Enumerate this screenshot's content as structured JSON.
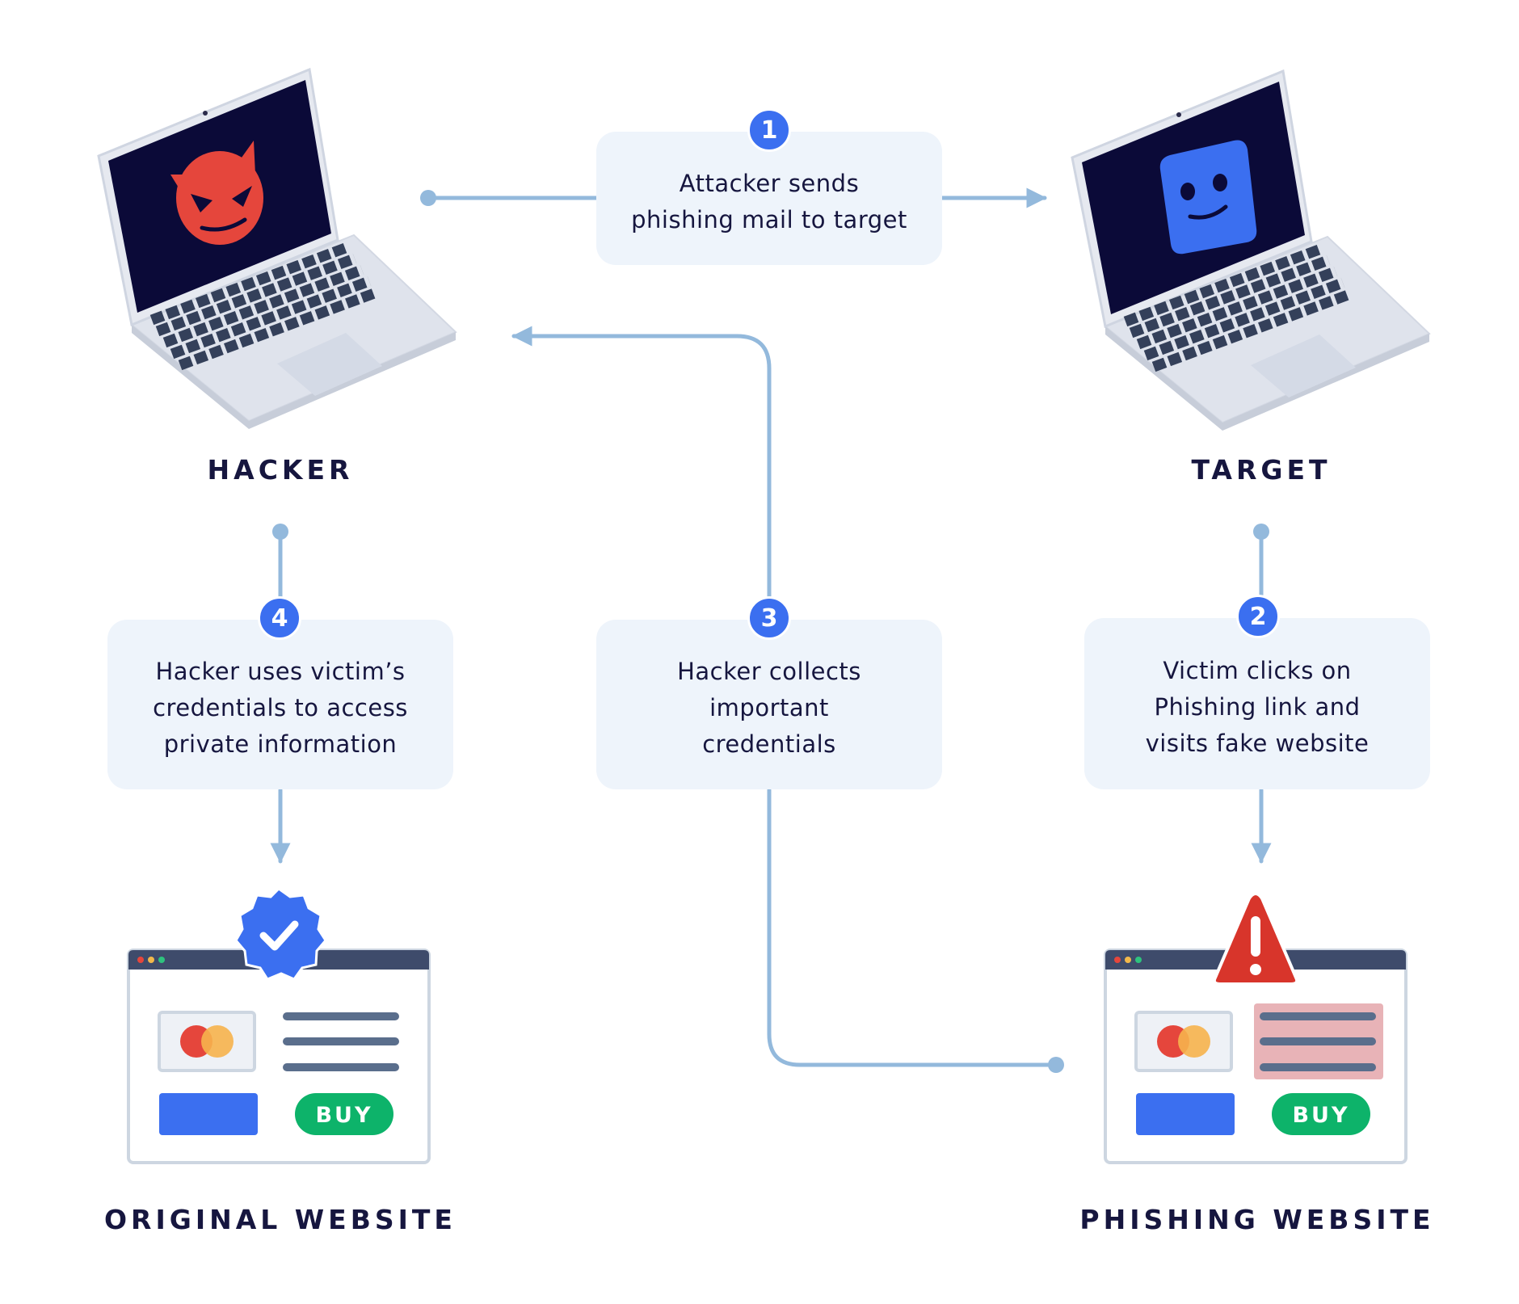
{
  "nodes": {
    "hacker": "HACKER",
    "target": "TARGET",
    "original_website": "ORIGINAL WEBSITE",
    "phishing_website": "PHISHING WEBSITE"
  },
  "steps": [
    {
      "number": "1",
      "text": "Attacker sends\nphishing mail to target"
    },
    {
      "number": "2",
      "text": "Victim clicks on\nPhishing link and\nvisits fake website"
    },
    {
      "number": "3",
      "text": "Hacker collects\nimportant\ncredentials"
    },
    {
      "number": "4",
      "text": "Hacker uses victim’s\ncredentials to access\nprivate information"
    }
  ],
  "website": {
    "buy_label": "BUY"
  },
  "icons": {
    "hacker_screen": "devil-face-icon",
    "target_screen": "smiley-face-icon",
    "original_badge": "verified-check-icon",
    "phishing_badge": "warning-triangle-icon",
    "card": "credit-card-icon"
  },
  "colors": {
    "connector": "#93b9dc",
    "badge": "#3b6ff0",
    "step_box": "#eef4fb",
    "text": "#16163f",
    "buy_button": "#0db36a",
    "primary_button": "#3b6ff0",
    "devil": "#e5463c",
    "smiley": "#3b6ff0",
    "warning": "#d8352b",
    "fake_content_highlight": "#e8b3b7"
  }
}
